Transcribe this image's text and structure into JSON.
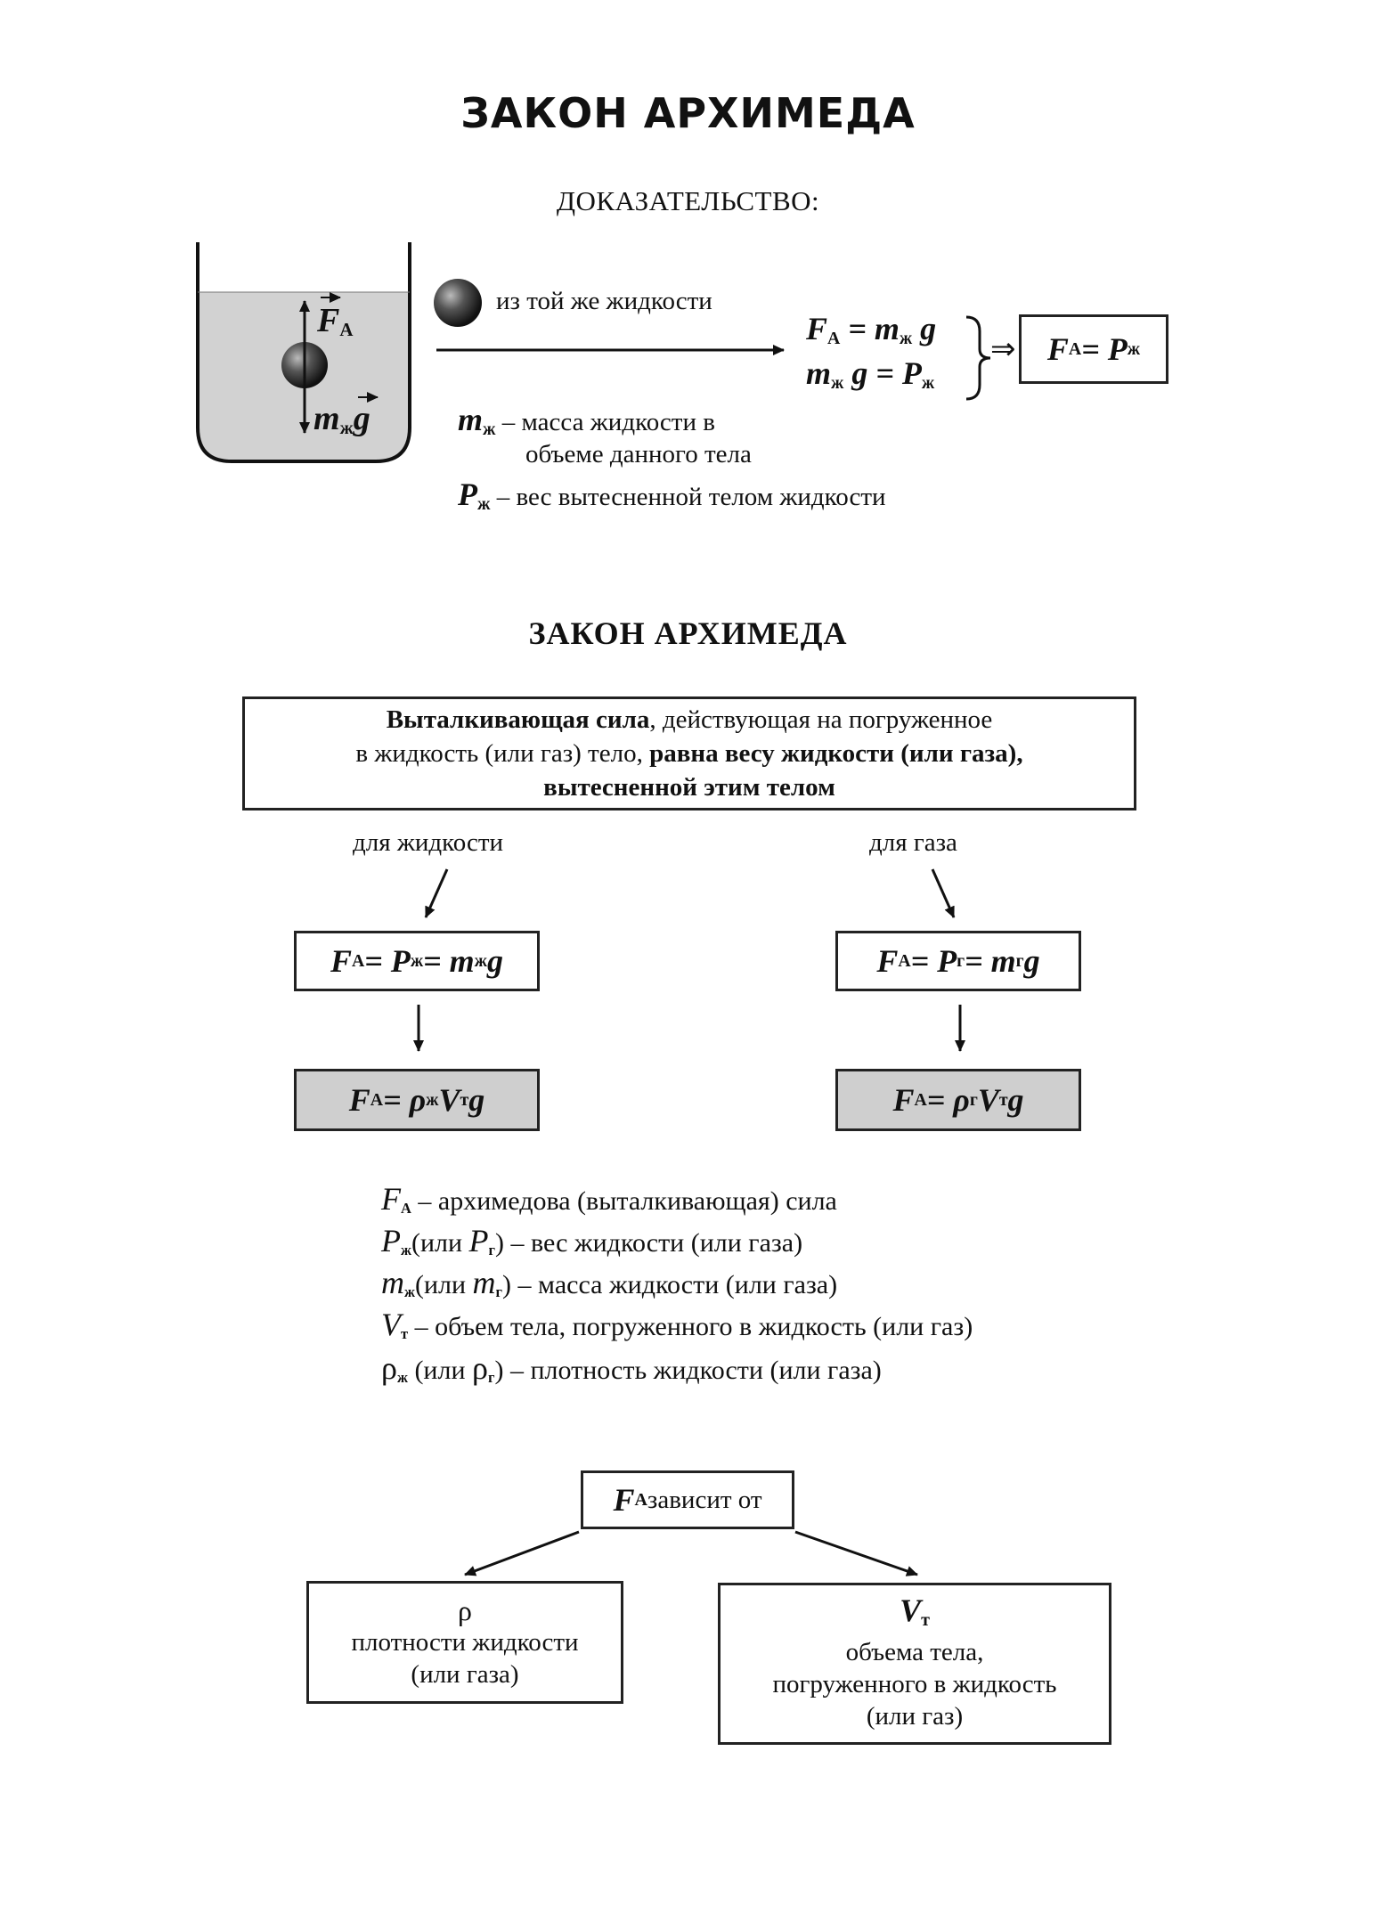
{
  "title": "ЗАКОН АРХИМЕДА",
  "proof": {
    "title": "ДОКАЗАТЕЛЬСТВО:",
    "vessel_force_up": "F",
    "vessel_force_up_sub": "A",
    "vessel_force_down": "m",
    "vessel_force_down_sub": "ж",
    "vessel_force_down_g": "g",
    "ball_label": "из той же жидкости",
    "eq1": {
      "a": "F",
      "a_sub": "A",
      "b": " = m",
      "b_sub": "ж",
      "c": " g"
    },
    "eq2": {
      "a": "m",
      "a_sub": "ж",
      "b": " g = P",
      "b_sub": "ж"
    },
    "implies": "⇒",
    "result": {
      "a": "F",
      "a_sub": "A",
      "b": " = P",
      "b_sub": "ж"
    },
    "def1_sym": "m",
    "def1_sub": "ж",
    "def1_text": " – масса жидкости в",
    "def1_text2": "объеме данного тела",
    "def2_sym": "P",
    "def2_sub": "ж",
    "def2_text": " – вес вытесненной телом жидкости"
  },
  "law": {
    "title": "ЗАКОН АРХИМЕДА",
    "line1_bold": "Выталкивающая сила",
    "line1_rest": ", действующая на погруженное",
    "line2_rest": "в жидкость (или газ) тело, ",
    "line2_bold": "равна весу жидкости (или газа),",
    "line3_bold": "вытесненной этим телом",
    "for_liquid": "для жидкости",
    "for_gas": "для газа",
    "liquid_f1": {
      "a": "F",
      "a_sub": "A",
      "b": " = P",
      "b_sub": "ж",
      "c": " = m",
      "c_sub": "ж",
      "d": " g"
    },
    "liquid_f2": {
      "a": "F",
      "a_sub": "A",
      "b": "= ρ",
      "b_sub": "ж",
      "c": "V",
      "c_sub": "т",
      "d": " g"
    },
    "gas_f1": {
      "a": "F",
      "a_sub": "A",
      "b": " = P",
      "b_sub": "г",
      "c": " = m",
      "c_sub": "г",
      "d": " g"
    },
    "gas_f2": {
      "a": "F",
      "a_sub": "A",
      "b": "= ρ",
      "b_sub": "г",
      "c": "V",
      "c_sub": "т",
      "d": " g"
    }
  },
  "legend": [
    {
      "sym": "F",
      "sub": "A",
      "text": "– архимедова (выталкивающая) сила"
    },
    {
      "sym": "P",
      "sub": "ж",
      "text": "(или ",
      "sym2": "P",
      "sub2": "г",
      "text2": ") – вес жидкости (или газа)"
    },
    {
      "sym": "m",
      "sub": "ж",
      "text": "(или ",
      "sym2": "m",
      "sub2": "г",
      "text2": ") – масса жидкости (или газа)"
    },
    {
      "sym": "V",
      "sub": "т",
      "text": "– объем тела, погруженного в жидкость (или газ)"
    },
    {
      "sym": "ρ",
      "sub": "ж",
      "text": "(или ",
      "sym2": "ρ",
      "sub2": "г",
      "text2": ") – плотность жидкости (или газа)"
    }
  ],
  "depends": {
    "sym": "F",
    "sub": "A",
    "text": " зависит от",
    "left_sym": "ρ",
    "left_l1": "плотности жидкости",
    "left_l2": "(или газа)",
    "right_sym": "V",
    "right_sub": "т",
    "right_l1": "объема тела,",
    "right_l2": "погруженного в жидкость",
    "right_l3": "(или газ)"
  }
}
